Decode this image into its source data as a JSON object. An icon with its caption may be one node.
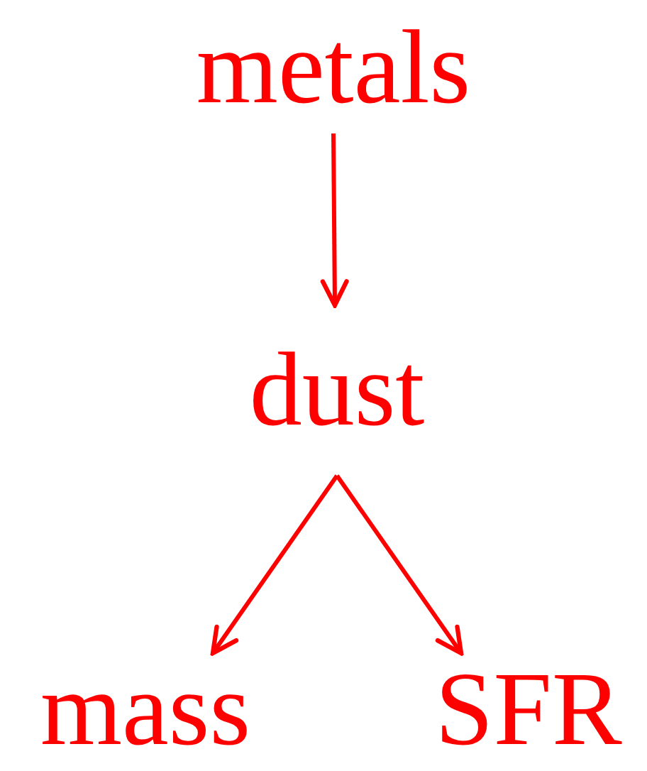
{
  "diagram": {
    "nodes": [
      {
        "text": [
          "metals"
        ]
      },
      {
        "text": [
          "dust"
        ]
      },
      {
        "text": [
          "mass"
        ]
      },
      {
        "text": [
          "SFR"
        ]
      }
    ],
    "edges": [
      {
        "from": 0,
        "to": 1,
        "arrow": "to"
      },
      {
        "from": 1,
        "to": 2,
        "arrow": "to"
      },
      {
        "from": 1,
        "to": 3,
        "arrow": "to"
      }
    ]
  }
}
